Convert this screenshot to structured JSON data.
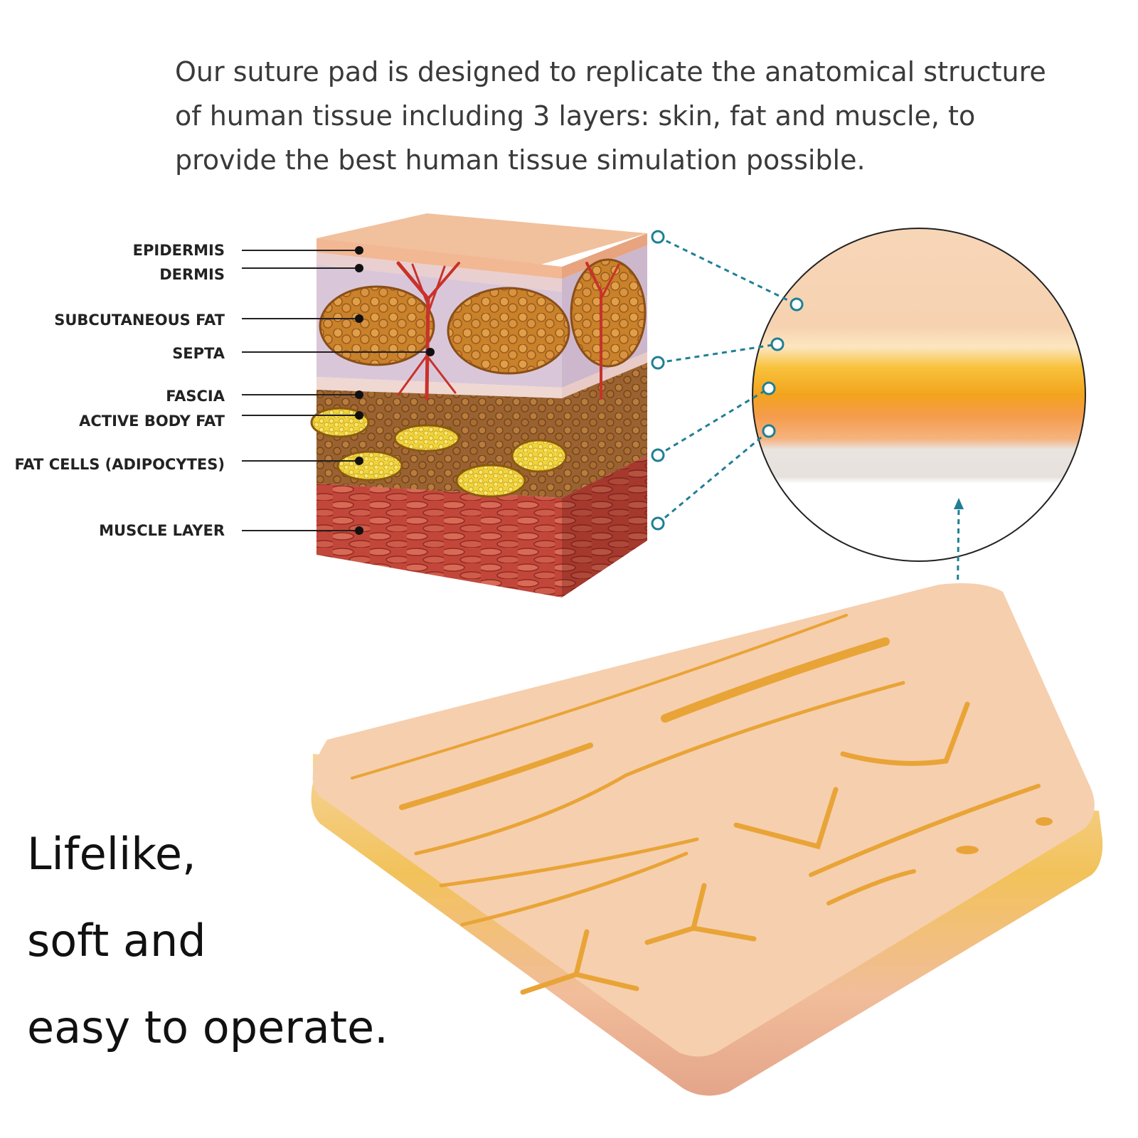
{
  "intro": {
    "line1": "Our suture pad is designed to replicate the anatomical structure",
    "line2": "of human tissue including 3 layers: skin, fat and muscle, to",
    "line3": "provide the best human tissue simulation possible."
  },
  "labels": {
    "epidermis": "EPIDERMIS",
    "dermis": "DERMIS",
    "subcutaneous_fat": "SUBCUTANEOUS FAT",
    "septa": "SEPTA",
    "fascia": "FASCIA",
    "active_body_fat": "ACTIVE BODY FAT",
    "fat_cells": "FAT CELLS (ADIPOCYTES)",
    "muscle_layer": "MUSCLE LAYER"
  },
  "tagline": {
    "line1": "Lifelike,",
    "line2": "soft and",
    "line3": "easy to operate."
  },
  "colors": {
    "connector": "#1f7f95",
    "skin": "#f6cfae",
    "fat": "#f3b128",
    "muscle": "#c24a3c",
    "fascia": "#ececec"
  }
}
